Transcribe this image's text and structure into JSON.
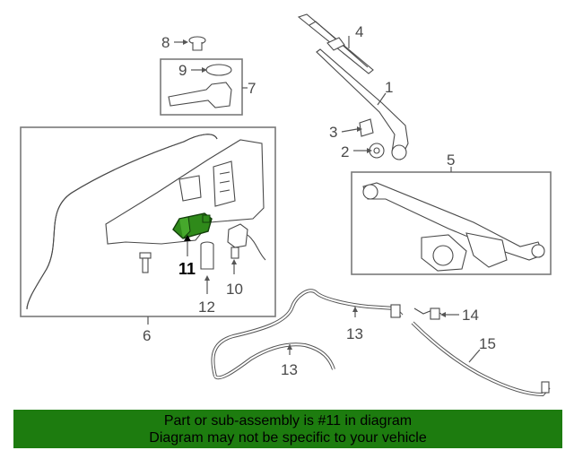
{
  "callouts": {
    "c1": "1",
    "c2": "2",
    "c3": "3",
    "c4": "4",
    "c5": "5",
    "c6": "6",
    "c7": "7",
    "c8": "8",
    "c9": "9",
    "c10": "10",
    "c11": "11",
    "c12": "12",
    "c13a": "13",
    "c13b": "13",
    "c14": "14",
    "c15": "15"
  },
  "highlight": {
    "part": "11",
    "color": "#1d7c0f"
  },
  "footer": {
    "line1": "Part or sub-assembly is #11 in diagram",
    "line2": "Diagram may not be specific to your vehicle",
    "background": "#1d7c0f"
  }
}
